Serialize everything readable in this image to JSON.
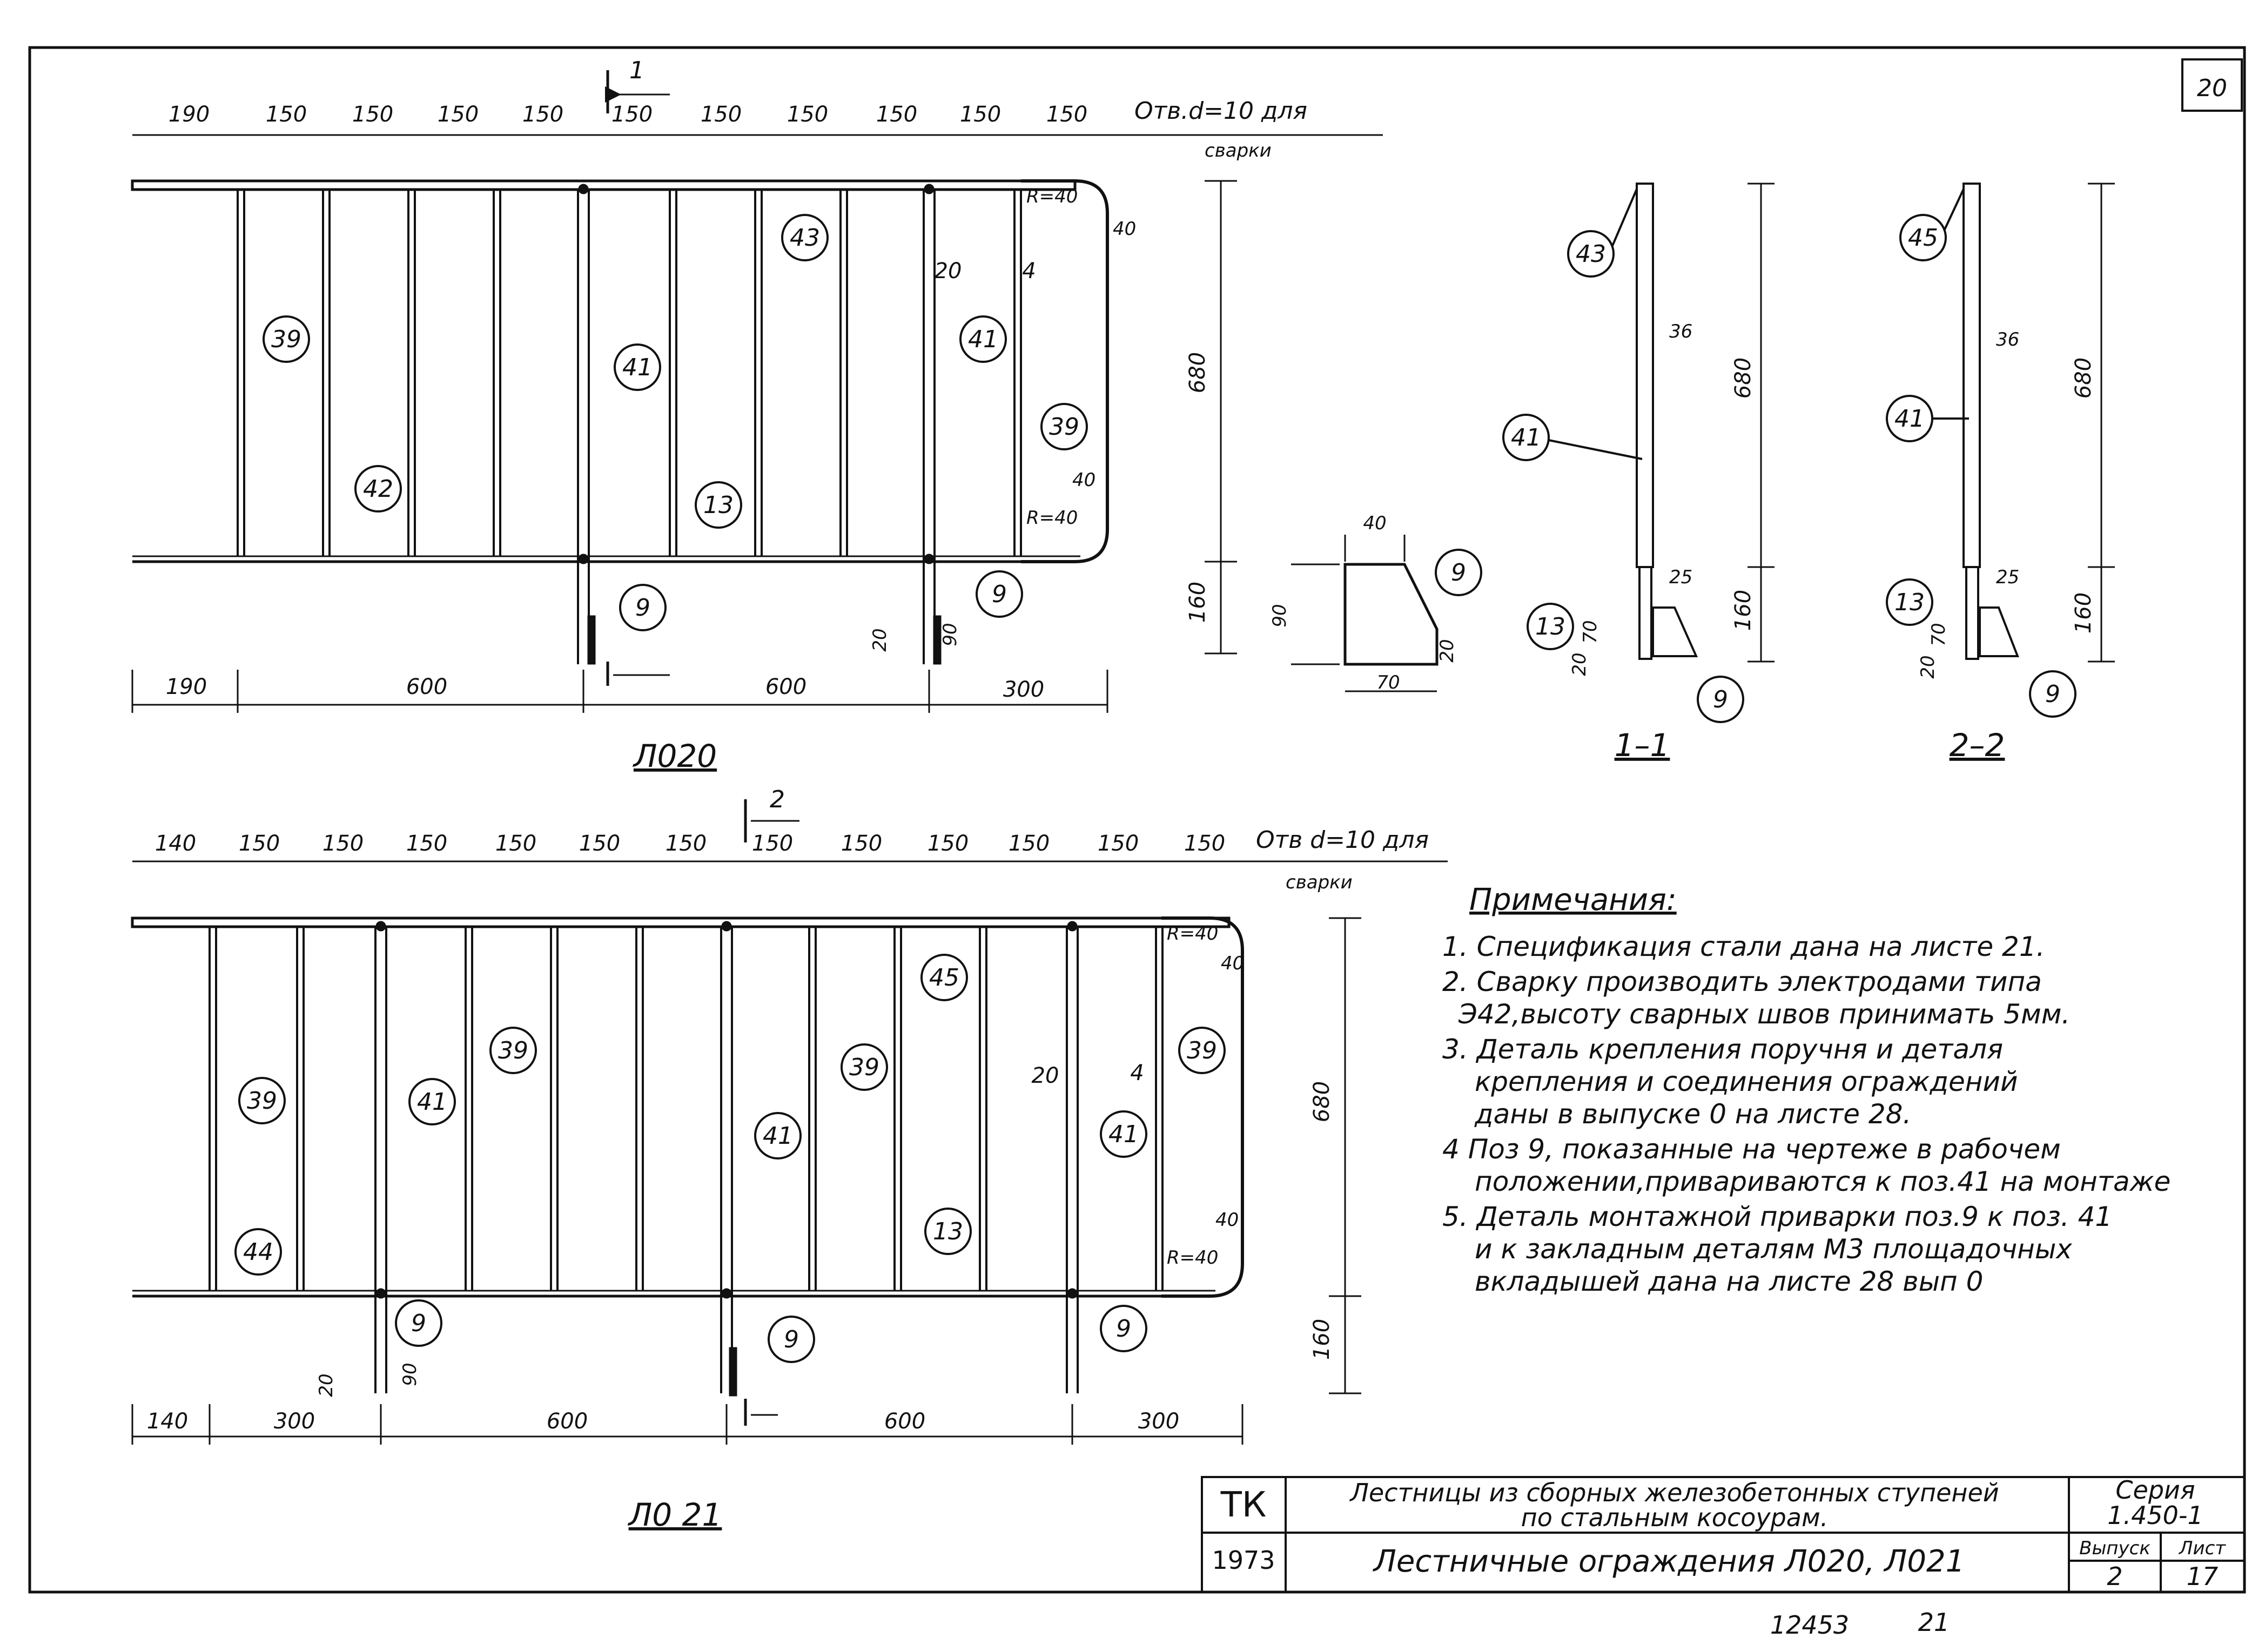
{
  "sheet": {
    "corner_no": "20",
    "bottom_left": "12453",
    "bottom_right": "21"
  },
  "drawing_l020": {
    "title": "Л020",
    "top_dims": [
      "190",
      "150",
      "150",
      "150",
      "150",
      "150",
      "150",
      "150",
      "150",
      "150",
      "150"
    ],
    "hole_note_1": "Отв.d=10 для",
    "hole_note_2": "сварки",
    "bottom_dims": [
      "190",
      "600",
      "600",
      "300"
    ],
    "height_dims": [
      "680",
      "160"
    ],
    "small_dims": {
      "gap20": "20",
      "gap4": "4",
      "r40a": "R=40",
      "d40a": "40",
      "r40b": "R=40",
      "d40b": "40",
      "w20": "20",
      "w90": "90"
    },
    "section_mark": "1",
    "callouts": [
      "39",
      "42",
      "41",
      "43",
      "13",
      "41",
      "39",
      "9",
      "9"
    ]
  },
  "drawing_l021": {
    "title": "Л0 21",
    "top_dims": [
      "140",
      "150",
      "150",
      "150",
      "150",
      "150",
      "150",
      "150",
      "150",
      "150",
      "150",
      "150",
      "150"
    ],
    "hole_note_1": "Отв d=10 для",
    "hole_note_2": "сварки",
    "bottom_dims": [
      "140",
      "300",
      "600",
      "600",
      "300"
    ],
    "height_dims": [
      "680",
      "160"
    ],
    "small_dims": {
      "gap20": "20",
      "gap4": "4",
      "r40a": "R=40",
      "d40a": "40",
      "r40b": "R=40",
      "d40b": "40",
      "w20": "20",
      "w90": "90"
    },
    "section_mark": "2",
    "callouts": [
      "39",
      "41",
      "39",
      "44",
      "41",
      "39",
      "45",
      "13",
      "41",
      "39",
      "9",
      "9",
      "9"
    ]
  },
  "detail_9": {
    "dims": [
      "40",
      "90",
      "70",
      "20"
    ],
    "callout": "9"
  },
  "section_1": {
    "title": "1–1",
    "callouts": [
      "43",
      "41",
      "13",
      "9"
    ],
    "dims": [
      "36",
      "680",
      "25",
      "160",
      "70",
      "20"
    ]
  },
  "section_2": {
    "title": "2–2",
    "callouts": [
      "45",
      "41",
      "13",
      "9"
    ],
    "dims": [
      "36",
      "680",
      "25",
      "160",
      "70",
      "20"
    ]
  },
  "notes": {
    "heading": "Примечания:",
    "items": [
      "1. Спецификация стали дана на листе 21.",
      "2. Сварку производить электродами типа",
      "Э42,высоту сварных швов принимать 5мм.",
      "3. Деталь крепления поручня и деталя",
      "крепления и соединения ограждений",
      "даны в выпуске 0 на листе 28.",
      "4  Поз 9, показанные на чертеже в рабочем",
      "положении,привариваются к поз.41 на монтаже",
      "5. Деталь монтажной приварки поз.9 к поз. 41",
      "и к закладным деталям М3 площадочных",
      "вкладышей дана на листе 28 вып 0"
    ]
  },
  "title_block": {
    "org": "ТК",
    "year": "1973",
    "main_title": "Лестницы из сборных железобетонных ступеней",
    "main_title_2": "по стальным косоурам.",
    "subtitle": "Лестничные ограждения Л020, Л021",
    "series_label": "Серия",
    "series_value": "1.450-1",
    "issue_label": "Выпуск",
    "issue_value": "2",
    "sheet_label": "Лист",
    "sheet_value": "17"
  }
}
